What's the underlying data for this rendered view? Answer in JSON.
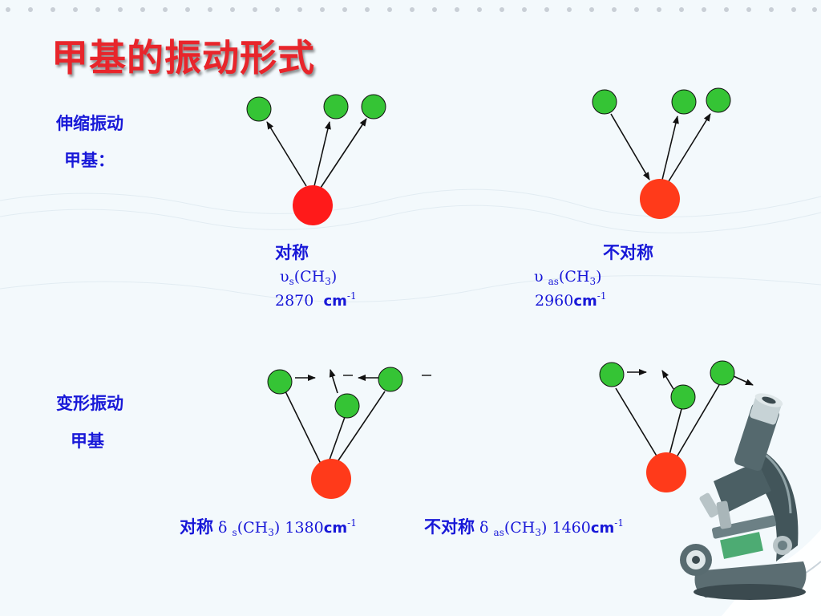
{
  "title": "甲基的振动形式",
  "stretching": {
    "label": "伸缩振动",
    "group": "甲基：",
    "symmetric": {
      "label": "对称",
      "symbol": "υ",
      "sub": "s",
      "formula": "(CH",
      "formula_sub": "3",
      "formula_end": ")",
      "number": "2870",
      "unit": "cm",
      "unit_sup": "-1"
    },
    "asymmetric": {
      "label": "不对称",
      "symbol": "υ",
      "sub": "as",
      "formula": "(CH",
      "formula_sub": "3",
      "formula_end": ")",
      "number": "2960",
      "unit": "cm",
      "unit_sup": "-1"
    }
  },
  "bending": {
    "label": "变形振动",
    "group": "甲基",
    "symmetric": {
      "label": "对称",
      "symbol": "δ",
      "sub": "s",
      "formula": "(CH",
      "formula_sub": "3",
      "formula_end": ")",
      "number": "1380",
      "unit": "cm",
      "unit_sup": "-1"
    },
    "asymmetric": {
      "label": "不对称",
      "symbol": "δ",
      "sub": "as",
      "formula": "(CH",
      "formula_sub": "3",
      "formula_end": ")",
      "number": "1460",
      "unit": "cm",
      "unit_sup": "-1"
    }
  },
  "colors": {
    "hydrogen": "#35c435",
    "carbon": "#ff1a1a",
    "text": "#1818d8",
    "title": "#e8252b"
  },
  "icons": [
    "hydrogen-atom-icon",
    "carbon-atom-icon",
    "microscope-icon"
  ]
}
